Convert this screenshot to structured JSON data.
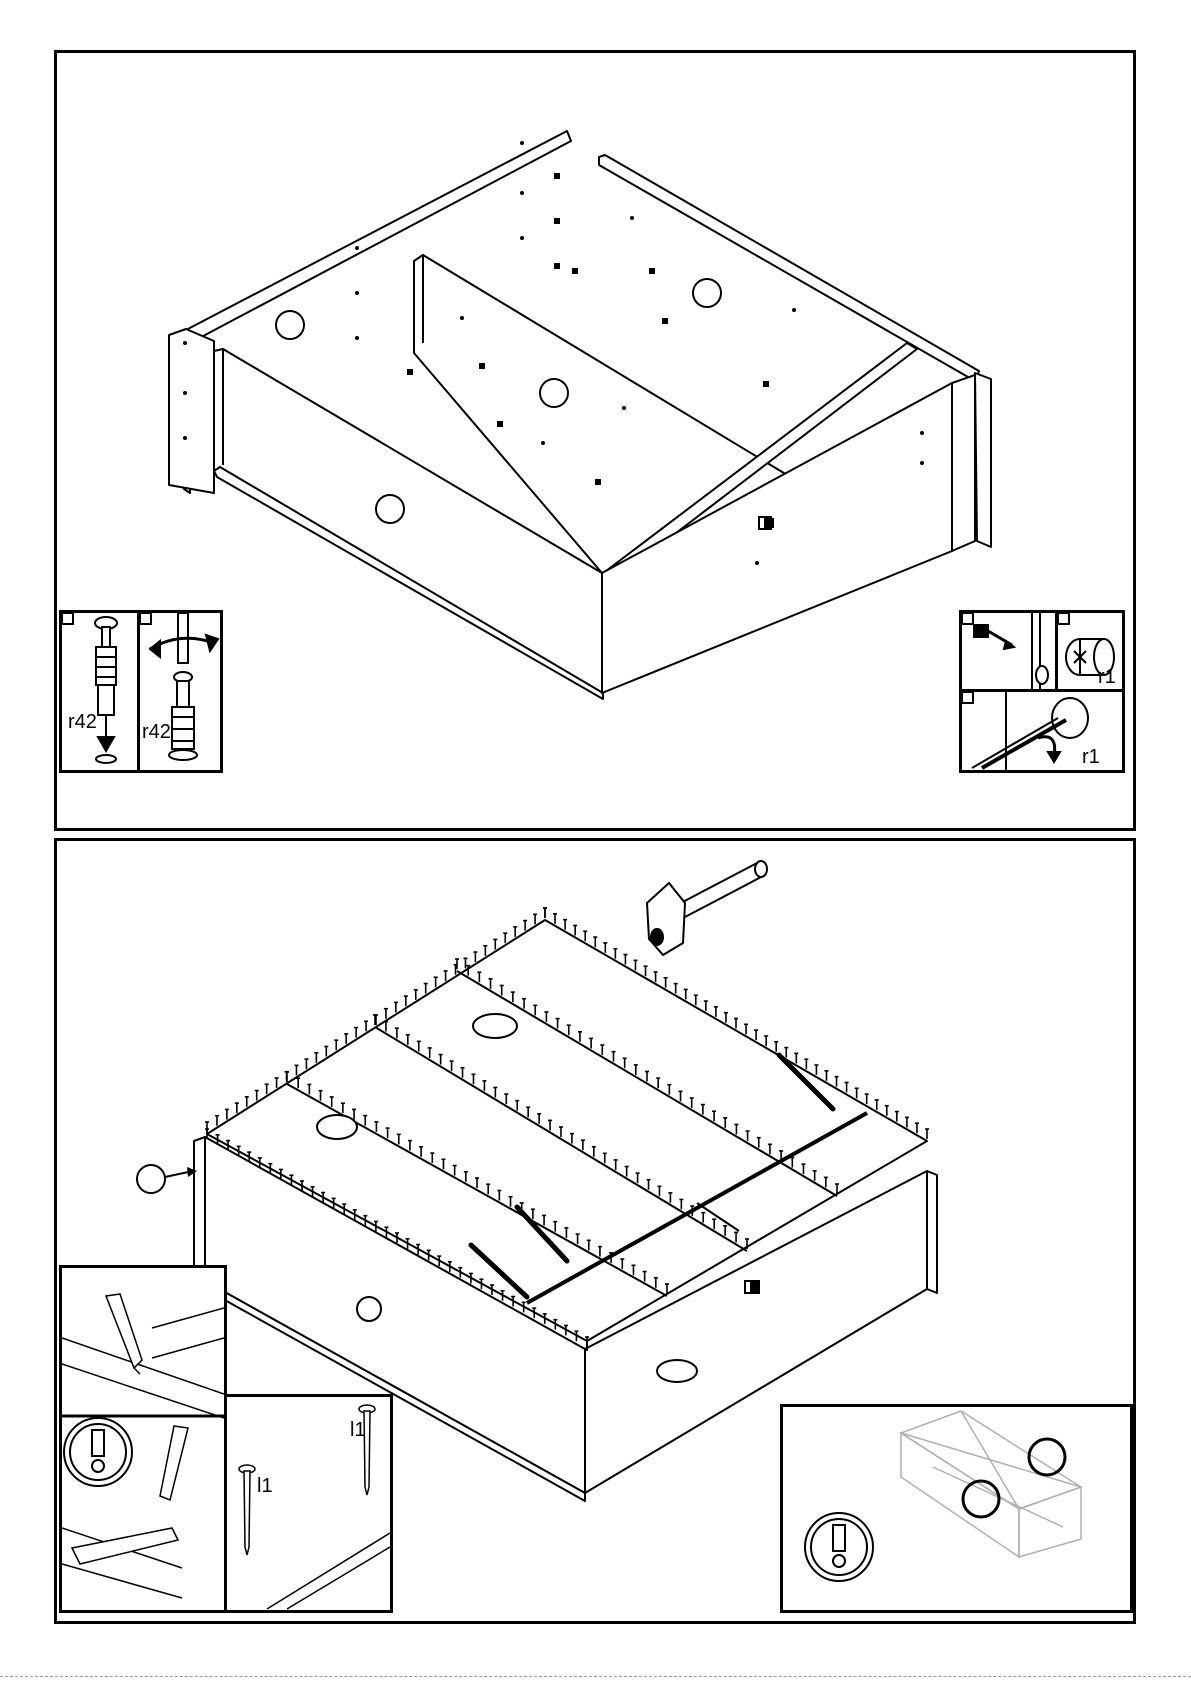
{
  "step1": {
    "insets": {
      "cam_bolt_left": {
        "part_label": "r42"
      },
      "cam_bolt_right": {
        "part_label": "r42"
      },
      "cam_lock_top": {
        "part_label": "r1"
      },
      "cam_lock_bottom": {
        "part_label": "r1"
      }
    }
  },
  "step2": {
    "insets": {
      "nail_detail": {
        "nail_label_a": "l1",
        "nail_label_b": "l1"
      }
    },
    "icons": [
      "hammer-icon",
      "warning-icon",
      "pencil-icon"
    ]
  },
  "colors": {
    "line": "#000000",
    "background": "#ffffff",
    "ghost": "#b0b0b0"
  }
}
